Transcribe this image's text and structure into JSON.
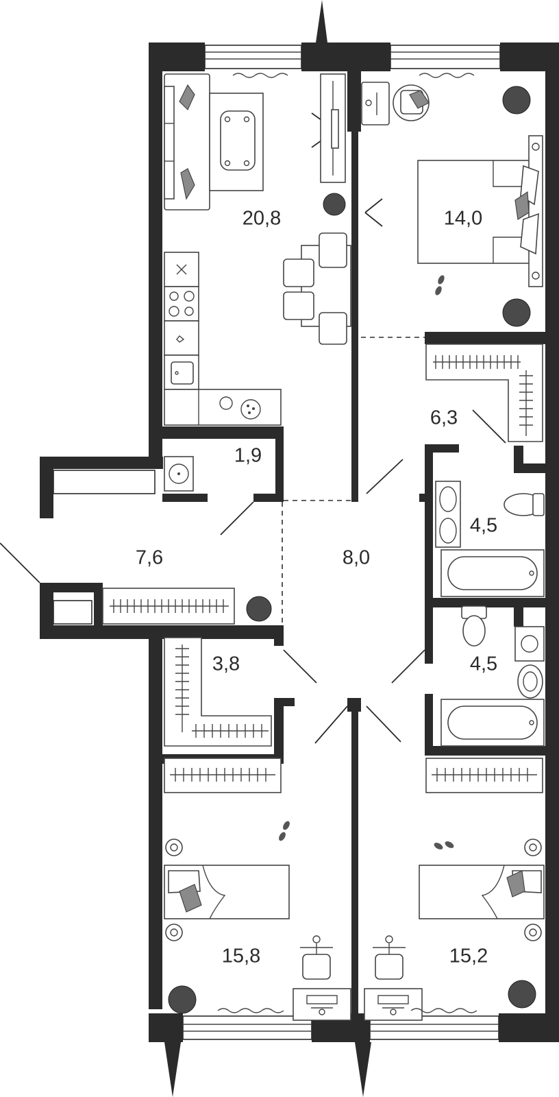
{
  "rooms": [
    {
      "id": "living-kitchen",
      "area": "20,8"
    },
    {
      "id": "bedroom-main",
      "area": "14,0"
    },
    {
      "id": "wardrobe-main",
      "area": "6,3"
    },
    {
      "id": "toilet-small",
      "area": "1,9"
    },
    {
      "id": "bathroom-1",
      "area": "4,5"
    },
    {
      "id": "entrance-hall",
      "area": "7,6"
    },
    {
      "id": "hallway",
      "area": "8,0"
    },
    {
      "id": "bathroom-2",
      "area": "4,5"
    },
    {
      "id": "wardrobe-2",
      "area": "3,8"
    },
    {
      "id": "bedroom-left",
      "area": "15,8"
    },
    {
      "id": "bedroom-right",
      "area": "15,2"
    }
  ],
  "icons": {
    "plant": "plant-icon",
    "sofa": "sofa-icon",
    "bed": "bed-icon",
    "bathtub": "bathtub-icon",
    "toilet": "toilet-icon",
    "sink": "sink-icon",
    "wardrobe": "wardrobe-icon",
    "desk": "desk-icon",
    "chair": "chair-icon",
    "window": "window-icon",
    "door": "door-icon",
    "stove": "stove-icon",
    "footprints": "footprints-icon"
  },
  "colors": {
    "wall": "#2b2b2b",
    "furniture": "#444444",
    "accent": "#8a8a8a"
  }
}
